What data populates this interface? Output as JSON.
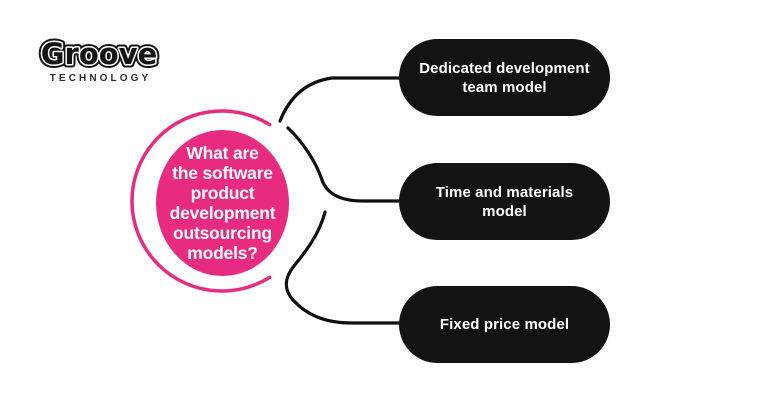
{
  "brand": {
    "name": "Groove",
    "subtitle": "TECHNOLOGY"
  },
  "center_node": {
    "question": "What are the software product development outsourcing models?",
    "lines": [
      "What are",
      "the software",
      "product",
      "development",
      "outsourcing",
      "models?"
    ]
  },
  "nodes": [
    {
      "lines": [
        "Dedicated development",
        "team model"
      ]
    },
    {
      "lines": [
        "Time and materials",
        "model"
      ]
    },
    {
      "lines": [
        "Fixed price model"
      ]
    }
  ],
  "colors": {
    "accent_pink": "#e62b80",
    "node_fill": "#131313",
    "node_text": "#ffffff",
    "connector": "#0f0f0f",
    "background": "#ffffff"
  }
}
